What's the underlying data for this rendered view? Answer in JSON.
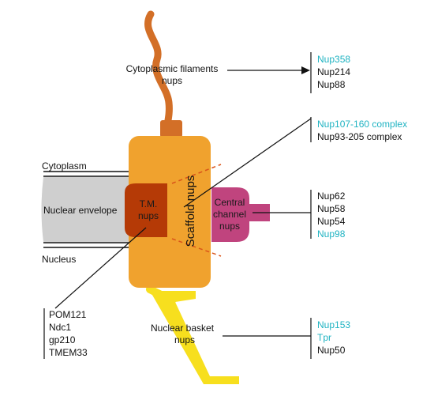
{
  "labels": {
    "cytoplasmic_filaments": [
      "Cytoplasmic filaments",
      "nups"
    ],
    "cytoplasm": "Cytoplasm",
    "nuclear_envelope": "Nuclear envelope",
    "nucleus": "Nucleus",
    "tm_nups": [
      "T.M.",
      "nups"
    ],
    "scaffold_nups": "Scaffold nups",
    "central_channel": [
      "Central",
      "channel",
      "nups"
    ],
    "nuclear_basket": [
      "Nuclear basket",
      "nups"
    ]
  },
  "lists": {
    "cytoplasmic": [
      {
        "name": "Nup358",
        "highlight": true
      },
      {
        "name": "Nup214",
        "highlight": false
      },
      {
        "name": "Nup88",
        "highlight": false
      }
    ],
    "scaffold": [
      {
        "name": "Nup107-160 complex",
        "highlight": true
      },
      {
        "name": "Nup93-205 complex",
        "highlight": false
      }
    ],
    "central": [
      {
        "name": "Nup62",
        "highlight": false
      },
      {
        "name": "Nup58",
        "highlight": false
      },
      {
        "name": "Nup54",
        "highlight": false
      },
      {
        "name": "Nup98",
        "highlight": true
      }
    ],
    "basket": [
      {
        "name": "Nup153",
        "highlight": true
      },
      {
        "name": "Tpr",
        "highlight": true
      },
      {
        "name": "Nup50",
        "highlight": false
      }
    ],
    "transmembrane": [
      {
        "name": "POM121",
        "highlight": false
      },
      {
        "name": "Ndc1",
        "highlight": false
      },
      {
        "name": "gp210",
        "highlight": false
      },
      {
        "name": "TMEM33",
        "highlight": false
      }
    ]
  },
  "colors": {
    "scaffold": "#f0a22e",
    "tm": "#b53a06",
    "central": "#c0447e",
    "filament": "#d36f27",
    "basket": "#f7df1e",
    "envelope": "#cfcfcf",
    "highlight": "#1fb3c2"
  }
}
